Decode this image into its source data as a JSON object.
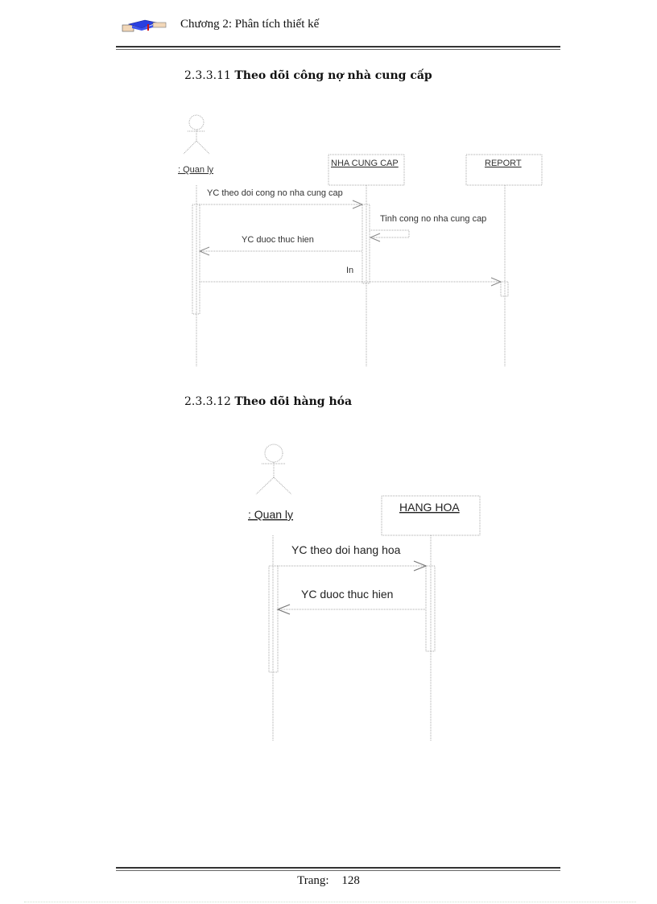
{
  "header": {
    "icon": "graduation-cap-hand-icon",
    "title": "Chương 2: Phân tích thiết kế"
  },
  "sections": [
    {
      "number": "2.3.3.11",
      "title": "Theo dõi công nợ nhà cung cấp",
      "diagram": {
        "actor": ": Quan ly",
        "objects": [
          "NHA CUNG CAP",
          "REPORT"
        ],
        "messages": [
          {
            "label": "YC theo doi cong no nha cung cap",
            "from": ": Quan ly",
            "to": "NHA CUNG CAP"
          },
          {
            "label": "Tinh cong no nha cung cap",
            "from": "NHA CUNG CAP",
            "to": "NHA CUNG CAP"
          },
          {
            "label": "YC duoc thuc hien",
            "from": "NHA CUNG CAP",
            "to": ": Quan ly"
          },
          {
            "label": "In",
            "from": ": Quan ly",
            "to": "REPORT"
          }
        ]
      }
    },
    {
      "number": "2.3.3.12",
      "title": "Theo dõi hàng hóa",
      "diagram": {
        "actor": ": Quan ly",
        "objects": [
          "HANG HOA"
        ],
        "messages": [
          {
            "label": "YC theo doi hang hoa",
            "from": ": Quan ly",
            "to": "HANG HOA"
          },
          {
            "label": "YC duoc thuc hien",
            "from": "HANG HOA",
            "to": ": Quan ly"
          }
        ]
      }
    }
  ],
  "footer": {
    "label": "Trang:",
    "page_number": "128"
  }
}
